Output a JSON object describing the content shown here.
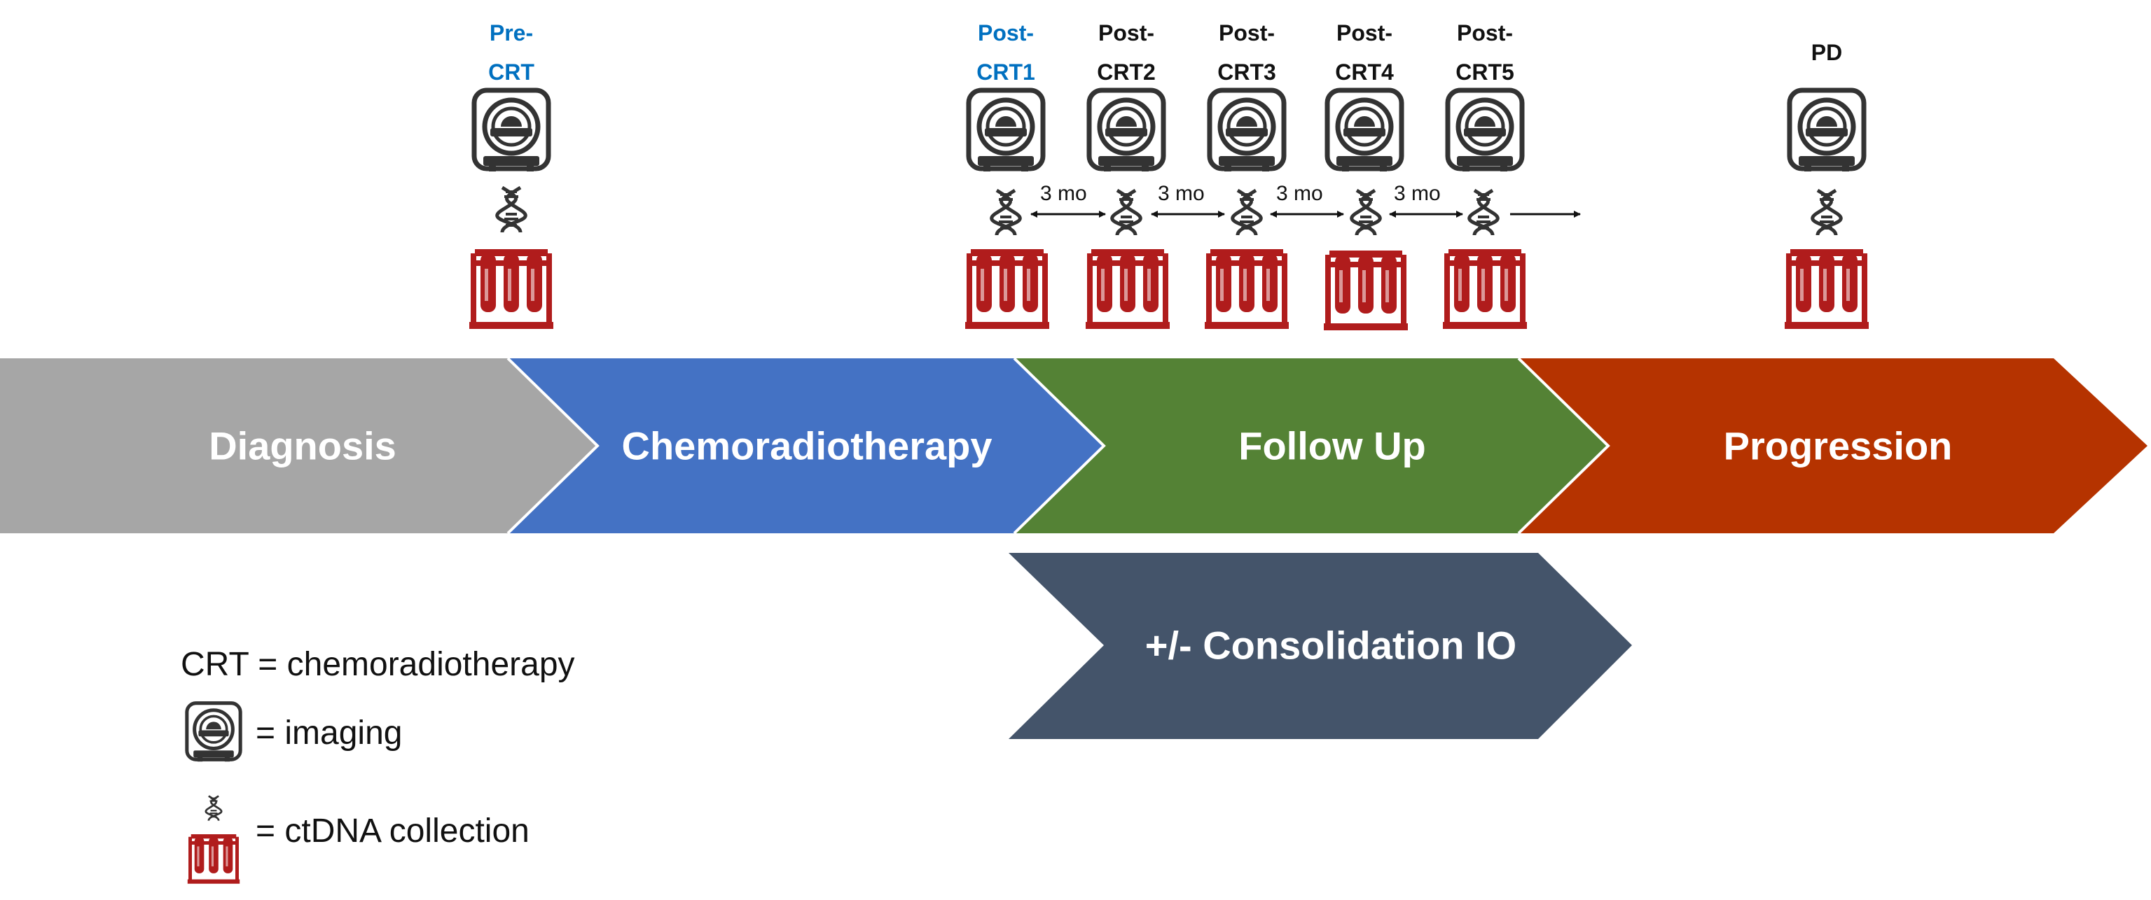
{
  "colors": {
    "blue_label": "#0070C0",
    "black_label": "#111111",
    "diagnosis": "#A6A6A6",
    "chemo": "#4472C4",
    "followup": "#548235",
    "progression": "#B53300",
    "consolidation": "#44546A",
    "tube_red": "#B01C1C",
    "scanner_gray": "#333333"
  },
  "timepoints": [
    {
      "line1": "Pre-",
      "line2": "CRT",
      "color": "blue",
      "has_scanner": true
    },
    {
      "line1": "Post-",
      "line2": "CRT1",
      "color": "blue",
      "has_scanner": true
    },
    {
      "line1": "Post-",
      "line2": "CRT2",
      "color": "black",
      "has_scanner": true
    },
    {
      "line1": "Post-",
      "line2": "CRT3",
      "color": "black",
      "has_scanner": true
    },
    {
      "line1": "Post-",
      "line2": "CRT4",
      "color": "black",
      "has_scanner": true
    },
    {
      "line1": "Post-",
      "line2": "CRT5",
      "color": "black",
      "has_scanner": true
    },
    {
      "line1": "",
      "line2": "PD",
      "color": "black",
      "has_scanner": true
    }
  ],
  "intervals": [
    "3 mo",
    "3 mo",
    "3 mo",
    "3 mo"
  ],
  "phases": [
    "Diagnosis",
    "Chemoradiotherapy",
    "Follow Up",
    "Progression"
  ],
  "consolidation": "+/- Consolidation IO",
  "legend": {
    "crt": "CRT = chemoradiotherapy",
    "imaging": "= imaging",
    "ctdna": "= ctDNA collection"
  },
  "icons": [
    "scanner-icon",
    "dna-icon",
    "test-tube-rack-icon",
    "double-arrow-icon",
    "arrow-right-icon"
  ]
}
